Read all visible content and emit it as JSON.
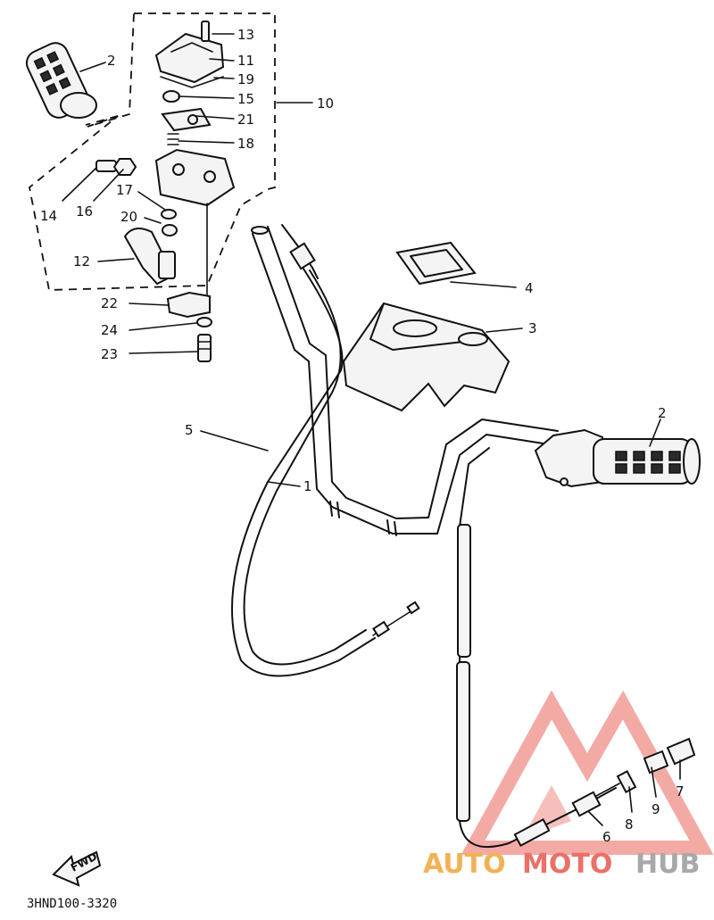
{
  "labels": {
    "p1": "1",
    "p2a": "2",
    "p2b": "2",
    "p3": "3",
    "p4": "4",
    "p5": "5",
    "p6": "6",
    "p7": "7",
    "p8": "8",
    "p9": "9",
    "p10": "10",
    "p11": "11",
    "p12": "12",
    "p13": "13",
    "p14": "14",
    "p15": "15",
    "p16": "16",
    "p17": "17",
    "p18": "18",
    "p19": "19",
    "p20": "20",
    "p21": "21",
    "p22": "22",
    "p23": "23",
    "p24": "24"
  },
  "diagram_code": "3HND100-3320",
  "fwd_label": "FWD",
  "watermark": {
    "auto": "AUTO",
    "moto": "MOTO",
    "hub": "HUB"
  },
  "colors": {
    "ink": "#111111",
    "watermark_red": "#e8584e",
    "watermark_orange": "#f2a43a",
    "watermark_gray": "#9a9a9a"
  }
}
